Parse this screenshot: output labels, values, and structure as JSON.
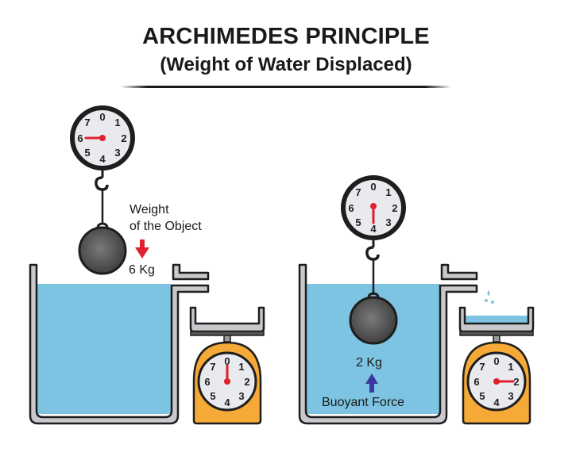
{
  "header": {
    "title": "ARCHIMEDES PRINCIPLE",
    "subtitle": "(Weight of Water Displaced)"
  },
  "left_panel": {
    "weight_label_line1": "Weight",
    "weight_label_line2": "of the Object",
    "weight_value": "6 Kg",
    "spring_scale_dial": [
      "0",
      "1",
      "2",
      "3",
      "4",
      "5",
      "6",
      "7"
    ],
    "spring_scale_reading": "6",
    "kitchen_scale_dial": [
      "0",
      "1",
      "2",
      "3",
      "4",
      "5",
      "6",
      "7"
    ],
    "kitchen_scale_reading": "0"
  },
  "right_panel": {
    "buoyant_value": "2 Kg",
    "buoyant_label": "Buoyant Force",
    "spring_scale_dial": [
      "0",
      "1",
      "2",
      "3",
      "4",
      "5",
      "6",
      "7"
    ],
    "spring_scale_reading": "4",
    "kitchen_scale_dial": [
      "0",
      "1",
      "2",
      "3",
      "4",
      "5",
      "6",
      "7"
    ],
    "kitchen_scale_reading": "2"
  },
  "colors": {
    "water": "#7cc4e1",
    "scale_body": "#f5a936",
    "needle": "#e0202c",
    "down_arrow": "#e0202c",
    "up_arrow": "#3a3a9e",
    "tank_wall": "#c9c9cd",
    "outline": "#1e1e1e",
    "dial_face": "#e9eaee",
    "ball": "#555555"
  }
}
